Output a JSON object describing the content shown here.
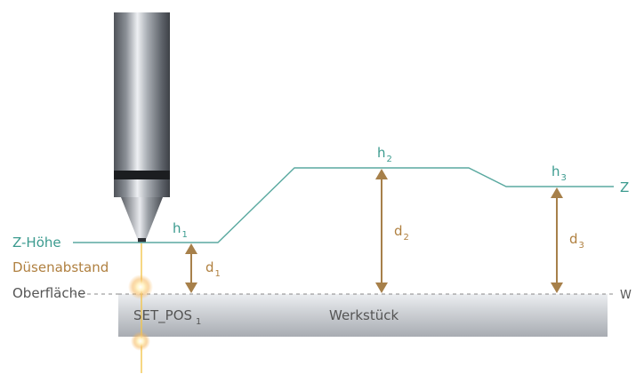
{
  "labels": {
    "z_hoehe": "Z-Höhe",
    "duesenabstand": "Düsenabstand",
    "oberflaeche": "Oberfläche",
    "z_axis": "Z",
    "w_axis": "W",
    "werkstueck": "Werkstück",
    "set_pos": "SET_POS",
    "set_pos_sub": "1"
  },
  "heights": [
    {
      "letter": "h",
      "sub": "1"
    },
    {
      "letter": "h",
      "sub": "2"
    },
    {
      "letter": "h",
      "sub": "3"
    }
  ],
  "distances": [
    {
      "letter": "d",
      "sub": "1"
    },
    {
      "letter": "d",
      "sub": "2"
    },
    {
      "letter": "d",
      "sub": "3"
    }
  ],
  "colors": {
    "z_line": "#5aa9a0",
    "z_text": "#3c9b8f",
    "brown": "#a7804a",
    "brown_text": "#b08040",
    "surface_text": "#555555",
    "laser": "#f3c64e"
  }
}
